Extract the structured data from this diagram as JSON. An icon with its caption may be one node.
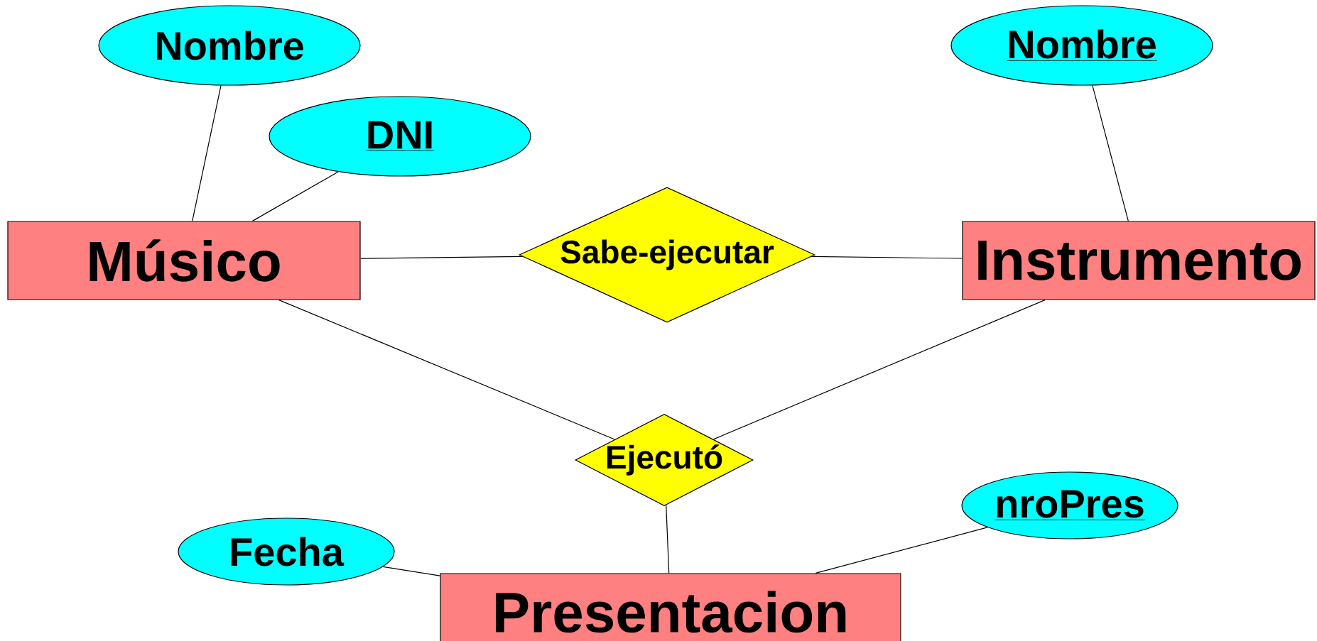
{
  "diagram": {
    "nodes": [
      {
        "text": [
          "Nombre"
        ]
      },
      {
        "text": [
          "Nombre"
        ]
      },
      {
        "text": [
          "DNI"
        ]
      },
      {
        "text": [
          "Músico"
        ]
      },
      {
        "text": [
          "Sabe-ejecutar"
        ]
      },
      {
        "text": [
          "Instrumento"
        ]
      },
      {
        "text": [
          "Ejecutó"
        ]
      },
      {
        "text": [
          "nroPres"
        ]
      },
      {
        "text": [
          "Fecha"
        ]
      },
      {
        "text": [
          "Presentacion"
        ]
      }
    ],
    "edges": [
      {
        "from": 0,
        "to": 3,
        "arrow": "none"
      },
      {
        "from": 2,
        "to": 3,
        "arrow": "none"
      },
      {
        "from": 3,
        "to": 4,
        "arrow": "none"
      },
      {
        "from": 4,
        "to": 5,
        "arrow": "none"
      },
      {
        "from": 1,
        "to": 5,
        "arrow": "none"
      },
      {
        "from": 3,
        "to": 6,
        "arrow": "none"
      },
      {
        "from": 5,
        "to": 6,
        "arrow": "none"
      },
      {
        "from": 6,
        "to": 9,
        "arrow": "none"
      },
      {
        "from": 8,
        "to": 9,
        "arrow": "none"
      },
      {
        "from": 7,
        "to": 9,
        "arrow": "none"
      }
    ]
  }
}
